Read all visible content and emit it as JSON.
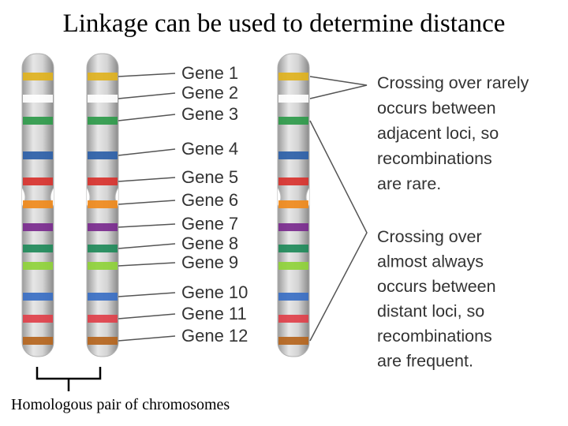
{
  "title": "Linkage can be used to determine distance",
  "genes": [
    "Gene 1",
    "Gene 2",
    "Gene 3",
    "Gene 4",
    "Gene 5",
    "Gene 6",
    "Gene 7",
    "Gene 8",
    "Gene 9",
    "Gene 10",
    "Gene 11",
    "Gene 12"
  ],
  "band_colors": [
    "#e0b21e",
    "#ffffff",
    "#2e9a4a",
    "#2c5fa8",
    "#d8322e",
    "#f08a1c",
    "#7a2a8e",
    "#1f8a5a",
    "#8fd23a",
    "#3a6fc4",
    "#e0404a",
    "#b5651d"
  ],
  "annotations": {
    "rare": [
      "Crossing over rarely",
      "occurs between",
      "adjacent loci, so",
      "recombinations",
      "are rare."
    ],
    "frequent": [
      "Crossing over",
      "almost always",
      "occurs between",
      "distant loci, so",
      "recombinations",
      "are frequent."
    ]
  },
  "caption": "Homologous pair of chromosomes"
}
